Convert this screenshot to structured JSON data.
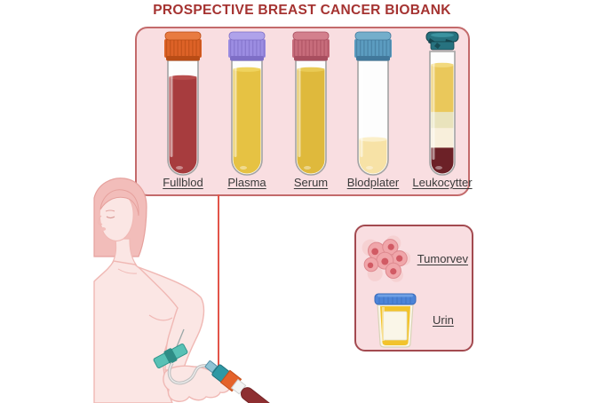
{
  "title": "PROSPECTIVE BREAST CANCER BIOBANK",
  "colors": {
    "title_text": "#A53331",
    "panel_background": "#F9DEE1",
    "tube_panel_border": "#C36A6B",
    "sample_panel_border": "#A34A50",
    "label_text": "#3A3A3A",
    "connector_line": "#E25449",
    "skin": "#FBE6E4",
    "skin_outline": "#F0B8B4",
    "hair": "#F2BDBA"
  },
  "biobank_panel": {
    "tubes": [
      {
        "id": "fullblod",
        "label": "Fullblod",
        "cap_style": "push",
        "narrow": false,
        "cap_color": "#DD6227",
        "cap_dark": "#B94C16",
        "cap_light": "#E87B41",
        "layers": [
          {
            "from": 0.15,
            "to": 1,
            "color": "#A73C3E",
            "meniscus": "#B84D4D"
          }
        ]
      },
      {
        "id": "plasma",
        "label": "Plasma",
        "cap_style": "push",
        "narrow": false,
        "cap_color": "#9C8DE2",
        "cap_dark": "#7E6EC6",
        "cap_light": "#AFA2EA",
        "layers": [
          {
            "from": 0.08,
            "to": 1,
            "color": "#E6C243",
            "meniscus": "#EFD35E"
          }
        ]
      },
      {
        "id": "serum",
        "label": "Serum",
        "cap_style": "push",
        "narrow": false,
        "cap_color": "#C76C7B",
        "cap_dark": "#A84E5F",
        "cap_light": "#D3808D",
        "layers": [
          {
            "from": 0.08,
            "to": 1,
            "color": "#DFB93C",
            "meniscus": "#E9CA55"
          }
        ]
      },
      {
        "id": "blodplater",
        "label": "Blodplater",
        "cap_style": "push",
        "narrow": false,
        "cap_color": "#5C9CC0",
        "cap_dark": "#41789B",
        "cap_light": "#74AECB",
        "layers": [
          {
            "from": 0.69,
            "to": 1,
            "color": "#F7E2A6",
            "meniscus": "#FBEFC9"
          }
        ]
      },
      {
        "id": "leukocytter",
        "label": "Leukocytter",
        "cap_style": "screw",
        "narrow": true,
        "cap_color": "#27727F",
        "cap_dark": "#16464F",
        "cap_light": "#3C93A0",
        "layers": [
          {
            "from": 0.11,
            "to": 0.49,
            "color": "#EAC85B",
            "meniscus": "#F2D97E"
          },
          {
            "from": 0.49,
            "to": 0.62,
            "color": "#E9E3BC"
          },
          {
            "from": 0.62,
            "to": 0.78,
            "color": "#F8EFDB"
          },
          {
            "from": 0.78,
            "to": 1,
            "color": "#6C2127"
          }
        ]
      }
    ]
  },
  "samples_panel": {
    "items": [
      {
        "id": "tumorvev",
        "label": "Tumorvev",
        "icon": "tumor-cells-icon"
      },
      {
        "id": "urin",
        "label": "Urin",
        "icon": "urine-cup-icon"
      }
    ]
  }
}
